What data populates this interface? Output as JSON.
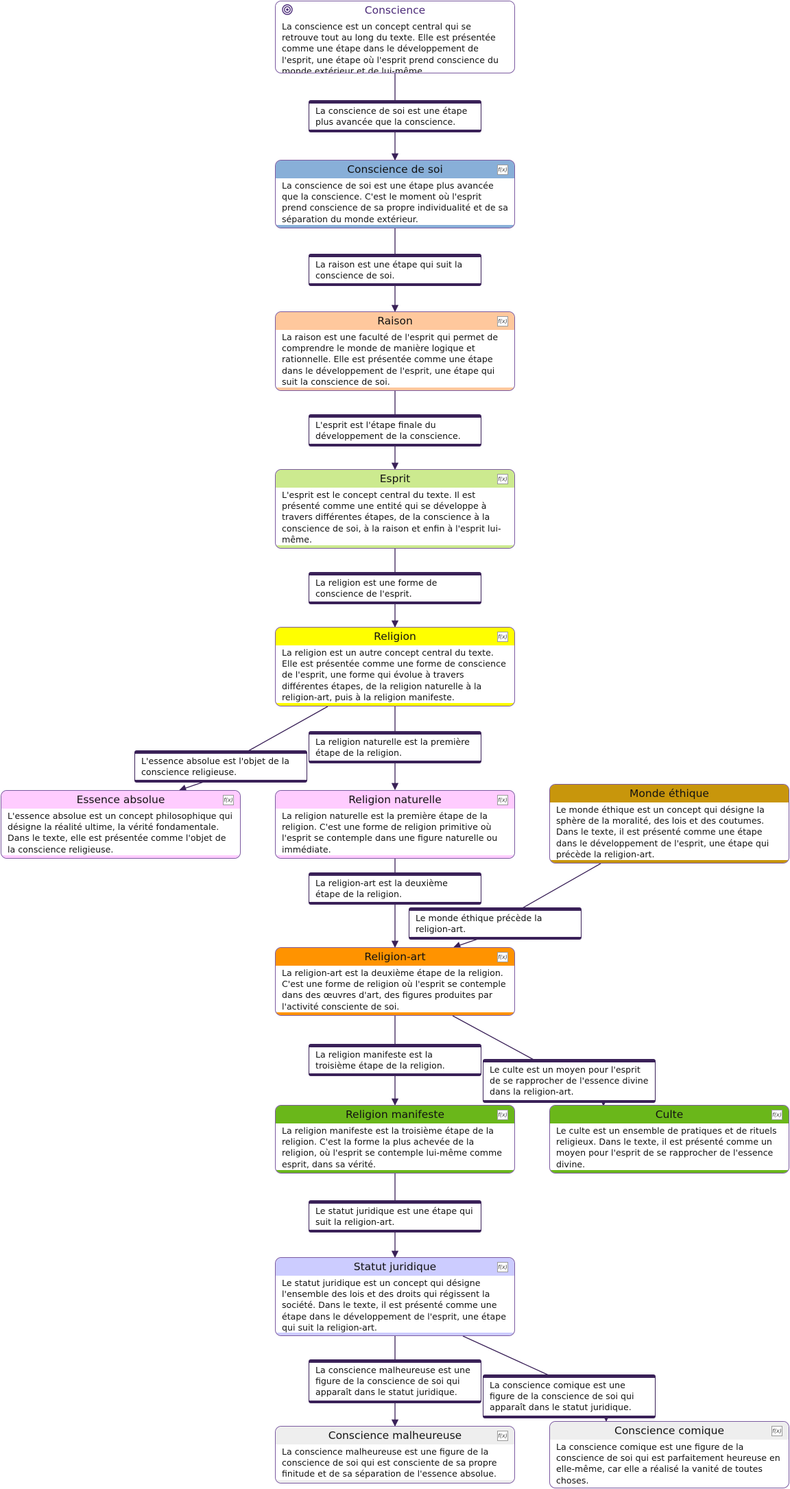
{
  "nodes": {
    "conscience": {
      "title": "Conscience",
      "body": "La conscience est un concept central qui se retrouve tout au long du texte. Elle est présentée comme une étape dans le développement de l'esprit, une étape où l'esprit prend conscience du monde extérieur et de lui-même.",
      "color": "#ffffff"
    },
    "conscience_de_soi": {
      "title": "Conscience de soi",
      "body": "La conscience de soi est une étape plus avancée que la conscience. C'est le moment où l'esprit prend conscience de sa propre individualité et de sa séparation du monde extérieur.",
      "color": "#88afd8"
    },
    "raison": {
      "title": "Raison",
      "body": "La raison est une faculté de l'esprit qui permet de comprendre le monde de manière logique et rationnelle. Elle est présentée comme une étape dans le développement de l'esprit, une étape qui suit la conscience de soi.",
      "color": "#ffc89d"
    },
    "esprit": {
      "title": "Esprit",
      "body": "L'esprit est le concept central du texte. Il est présenté comme une entité qui se développe à travers différentes étapes, de la conscience à la conscience de soi, à la raison et enfin à l'esprit lui-même.",
      "color": "#ccea8f"
    },
    "religion": {
      "title": "Religion",
      "body": "La religion est un autre concept central du texte. Elle est présentée comme une forme de conscience de l'esprit, une forme qui évolue à travers différentes étapes, de la religion naturelle à la religion-art, puis à la religion manifeste.",
      "color": "#ffff00"
    },
    "essence_absolue": {
      "title": "Essence absolue",
      "body": "L'essence absolue est un concept philosophique qui désigne la réalité ultime, la vérité fondamentale. Dans le texte, elle est présentée comme l'objet de la conscience religieuse.",
      "color": "#ffccff"
    },
    "religion_naturelle": {
      "title": "Religion naturelle",
      "body": "La religion naturelle est la première étape de la religion. C'est une forme de religion primitive où l'esprit se contemple dans une figure naturelle ou immédiate.",
      "color": "#ffccff"
    },
    "monde_ethique": {
      "title": "Monde éthique",
      "body": "Le monde éthique est un concept qui désigne la sphère de la moralité, des lois et des coutumes. Dans le texte, il est présenté comme une étape dans le développement de l'esprit, une étape qui précède la religion-art.",
      "color": "#c8960c"
    },
    "religion_art": {
      "title": "Religion-art",
      "body": "La religion-art est la deuxième étape de la religion. C'est une forme de religion où l'esprit se contemple dans des œuvres d'art, des figures produites par l'activité consciente de soi.",
      "color": "#ff9300"
    },
    "religion_manifeste": {
      "title": "Religion manifeste",
      "body": "La religion manifeste est la troisième étape de la religion. C'est la forme la plus achevée de la religion, où l'esprit se contemple lui-même comme esprit, dans sa vérité.",
      "color": "#6ab71a"
    },
    "culte": {
      "title": "Culte",
      "body": "Le culte est un ensemble de pratiques et de rituels religieux. Dans le texte, il est présenté comme un moyen pour l'esprit de se rapprocher de l'essence divine.",
      "color": "#6ab71a"
    },
    "statut_juridique": {
      "title": "Statut juridique",
      "body": "Le statut juridique est un concept qui désigne l'ensemble des lois et des droits qui régissent la société. Dans le texte, il est présenté comme une étape dans le développement de l'esprit, une étape qui suit la religion-art.",
      "color": "#ccccff"
    },
    "conscience_malheureuse": {
      "title": "Conscience malheureuse",
      "body": "La conscience malheureuse est une figure de la conscience de soi qui est consciente de sa propre finitude et de sa séparation de l'essence absolue.",
      "color": "#eeeeee"
    },
    "conscience_comique": {
      "title": "Conscience comique",
      "body": "La conscience comique est une figure de la conscience de soi qui est parfaitement heureuse en elle-même, car elle a réalisé la vanité de toutes choses.",
      "color": "#eeeeee"
    }
  },
  "edges": {
    "e1": "La conscience de soi est une étape plus avancée que la conscience.",
    "e2": "La raison est une étape qui suit la conscience de soi.",
    "e3": "L'esprit est l'étape finale du développement de la conscience.",
    "e4": "La religion est une forme de conscience de l'esprit.",
    "e5": "La religion naturelle est la première étape de la religion.",
    "e6": "L'essence absolue est l'objet de la conscience religieuse.",
    "e7": "La religion-art est la deuxième étape de la religion.",
    "e8": "Le monde éthique précède la religion-art.",
    "e9": "La religion manifeste est la troisième étape de la religion.",
    "e10": "Le culte est un moyen pour l'esprit de se rapprocher de l'essence divine dans la religion-art.",
    "e11": "Le statut juridique est une étape qui suit la religion-art.",
    "e12": "La conscience malheureuse est une figure de la conscience de soi qui apparaît dans le statut juridique.",
    "e13": "La conscience comique est une figure de la conscience de soi qui apparaît dans le statut juridique."
  },
  "icons": {
    "node_function": "f(x)",
    "root": "target-icon"
  },
  "colors": {
    "border": "#7b5aa0",
    "edge": "#3a2158"
  }
}
